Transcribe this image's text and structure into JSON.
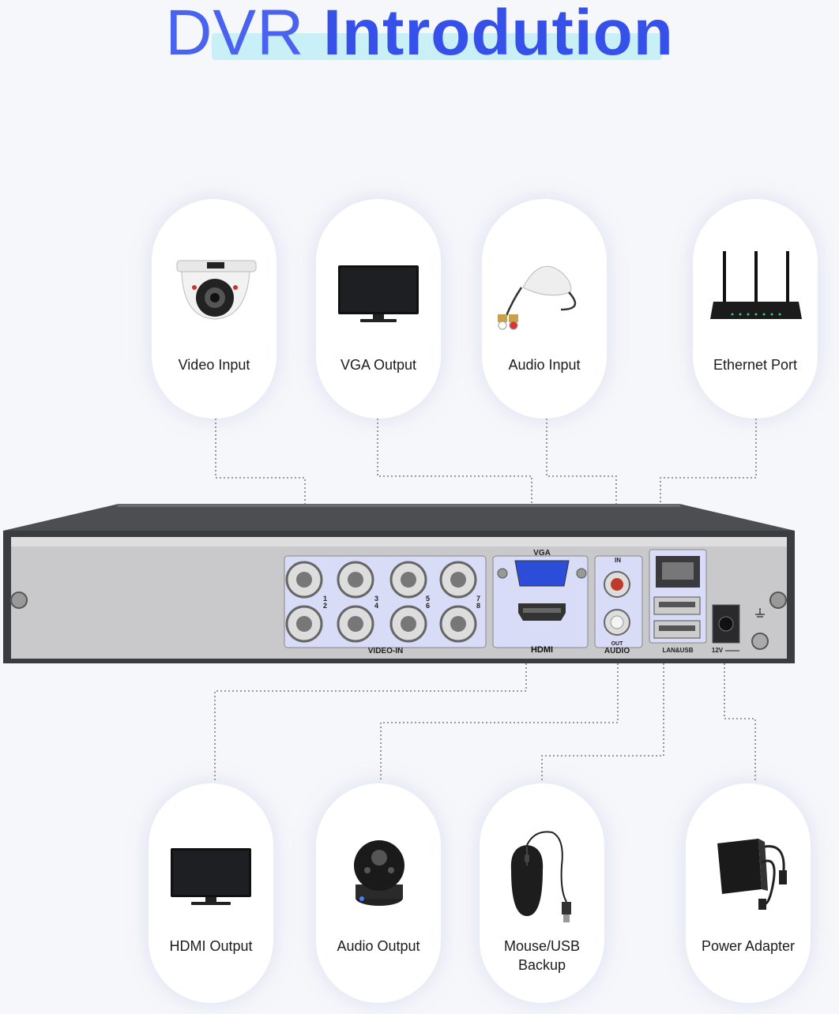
{
  "title": {
    "part1": "DVR",
    "part2": "Introdution"
  },
  "top_cards": [
    {
      "label": "Video Input",
      "icon": "dome-camera-icon"
    },
    {
      "label": "VGA Output",
      "icon": "monitor-icon"
    },
    {
      "label": "Audio Input",
      "icon": "microphone-icon"
    },
    {
      "label": "Ethernet Port",
      "icon": "router-icon"
    }
  ],
  "bottom_cards": [
    {
      "label": "HDMI Output",
      "icon": "monitor-icon"
    },
    {
      "label": "Audio Output",
      "icon": "speaker-icon"
    },
    {
      "label_line1": "Mouse/USB",
      "label_line2": "Backup",
      "icon": "mouse-icon"
    },
    {
      "label": "Power Adapter",
      "icon": "power-adapter-icon"
    }
  ],
  "dvr": {
    "video_in": "VIDEO-IN",
    "channel_numbers": [
      "1",
      "2",
      "3",
      "4",
      "5",
      "6",
      "7",
      "8"
    ],
    "vga": "VGA",
    "hdmi": "HDMI",
    "audio_in": "IN",
    "audio_out": "OUT",
    "audio": "AUDIO",
    "lan_usb": "LAN&USB",
    "power": "12V"
  },
  "colors": {
    "title_blue": "#3651ea",
    "title_highlight": "#c9f0f6",
    "panel_blue": "#d8dcf6"
  }
}
